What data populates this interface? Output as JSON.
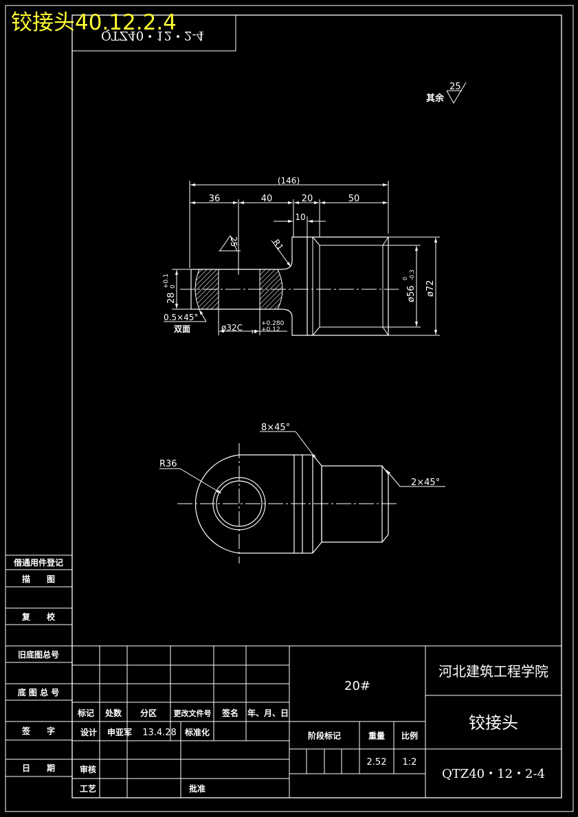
{
  "overlay_title": "铰接头40.12.2.4",
  "mirrored_code": "QTZ40・12・2-4",
  "roughness": {
    "label": "其余",
    "value": "25"
  },
  "front_view": {
    "dim_total": "(146)",
    "dim_36": "36",
    "dim_40": "40",
    "dim_20": "20",
    "dim_50": "50",
    "dim_10": "10",
    "radius": "R1",
    "rough_25": "25",
    "dim_28": "28",
    "tol_28_upper": "+0.1",
    "tol_28_lower": "0",
    "chamfer": "0.5×45°",
    "chamfer_note": "双面",
    "bore": "ø32C",
    "bore_fit_sub": "11",
    "bore_tol_upper": "+0.280",
    "bore_tol_lower": "+0.12",
    "dia_56": "ø56",
    "dia_56_tol_upper": "0",
    "dia_56_tol_lower": "-0.3",
    "dia_72": "ø72"
  },
  "top_view": {
    "chamfer_8": "8×45°",
    "radius_36": "R36",
    "chamfer_2": "2×45°"
  },
  "left_column": {
    "row1": "借通用件登记",
    "row2": "描　　图",
    "row3": "复　　校",
    "row4": "旧底图总号",
    "row5": "底 图 总 号",
    "row6": "签　　字",
    "row7": "日　　期"
  },
  "title_block": {
    "material": "20#",
    "school": "河北建筑工程学院",
    "part_name": "铰接头",
    "drawing_no": "QTZ40・12・2-4",
    "stage_label": "阶段标记",
    "weight_label": "重量",
    "scale_label": "比例",
    "weight_value": "2.52",
    "scale_value": "1:2",
    "hdr_mark": "标记",
    "hdr_count": "处数",
    "hdr_zone": "分区",
    "hdr_docno": "更改文件号",
    "hdr_sign": "签名",
    "hdr_date": "年、月、日",
    "design_label": "设计",
    "designer": "申亚军",
    "design_date": "13.4.28",
    "standard_label": "标准化",
    "review_label": "审核",
    "process_label": "工艺",
    "approve_label": "批准"
  }
}
